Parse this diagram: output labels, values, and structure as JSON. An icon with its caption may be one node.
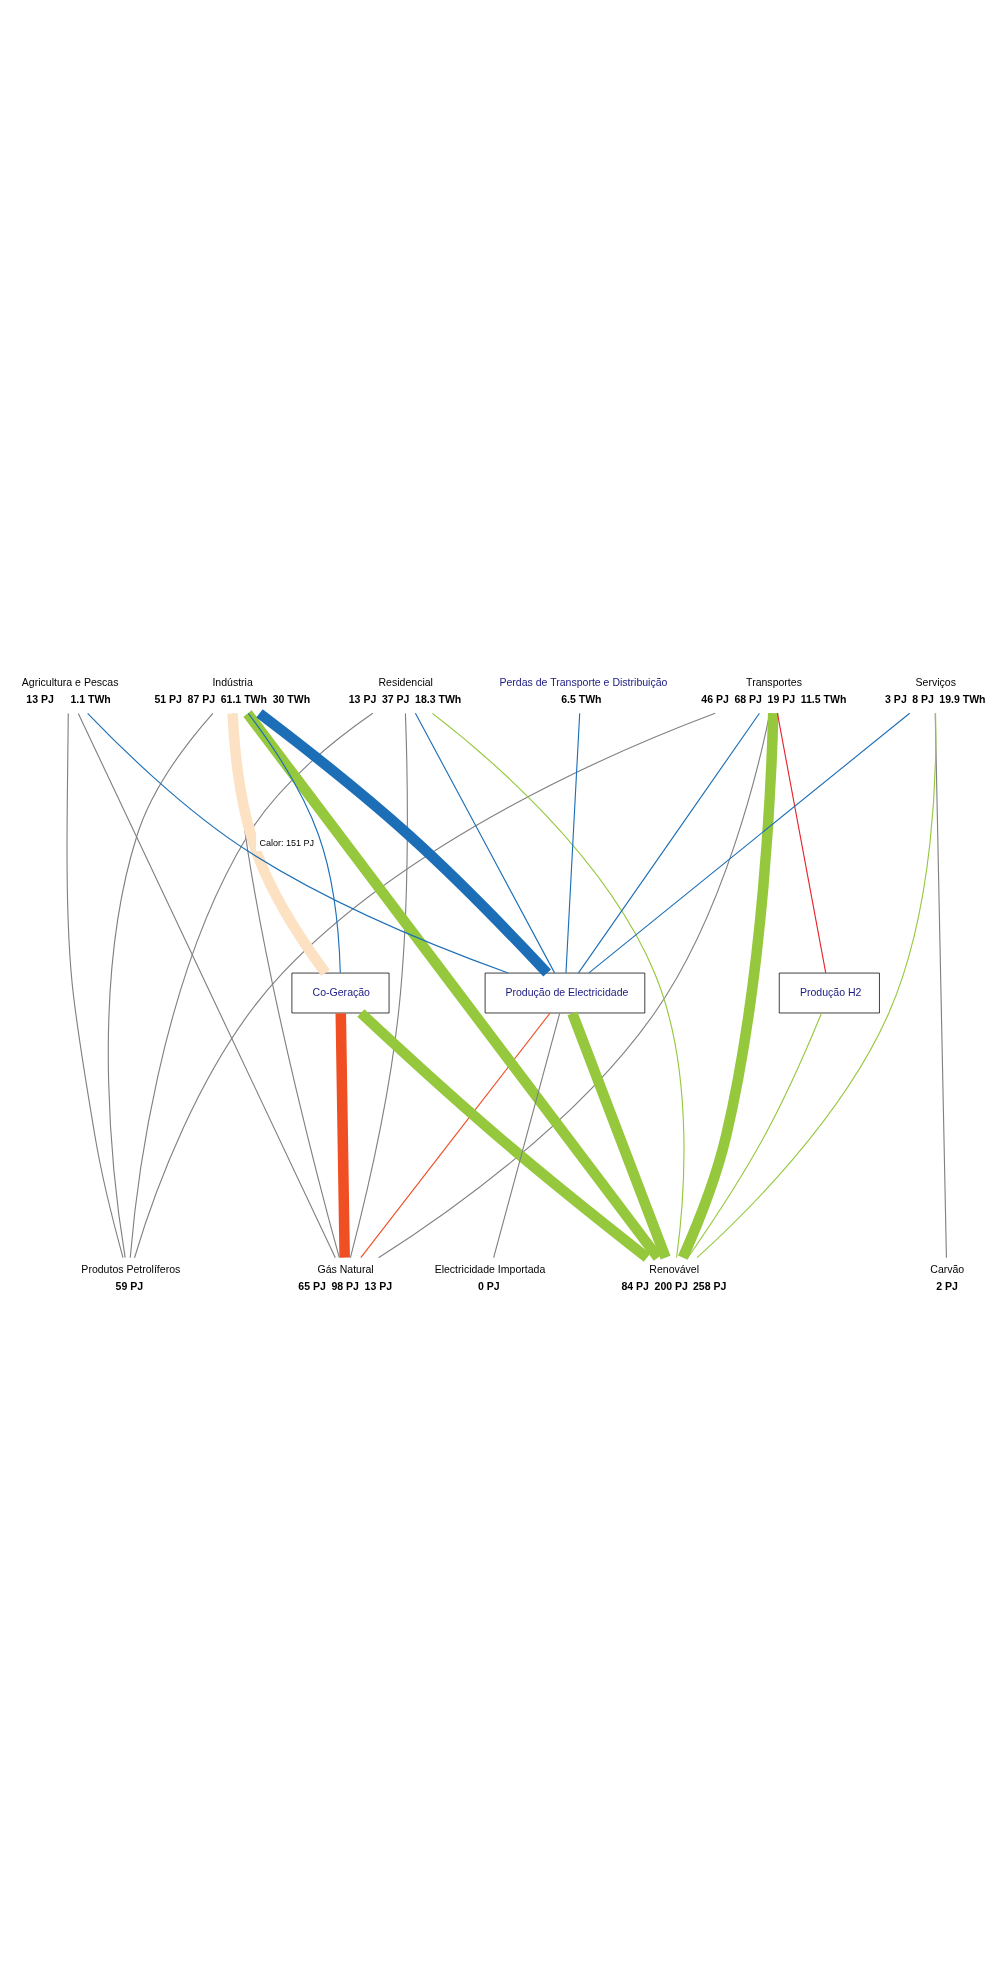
{
  "diagram": {
    "nodes": [
      {
        "text": [
          "Gás Natural"
        ],
        "beside": [
          "65 PJ",
          "98 PJ",
          "13 PJ"
        ]
      },
      {
        "text": [
          "Produtos Petrolíferos"
        ],
        "beside": [
          "59 PJ"
        ]
      },
      {
        "text": [
          "Carvão"
        ],
        "beside": [
          "2 PJ"
        ]
      },
      {
        "text": [
          "Renovável"
        ],
        "beside": [
          "84 PJ",
          "200 PJ",
          "258 PJ"
        ]
      },
      {
        "text": [
          "Electricidade Importada"
        ],
        "beside": [
          "0 PJ"
        ]
      },
      {
        "text": [
          "Co-Geração"
        ]
      },
      {
        "text": [
          "Produção H2"
        ]
      },
      {
        "text": [
          "Produção de Electricidade"
        ]
      },
      {
        "text": [
          "Agricultura e Pescas"
        ],
        "beside": [
          "13 PJ",
          "1.1 TWh"
        ]
      },
      {
        "text": [
          "Residencial"
        ],
        "beside": [
          "13 PJ",
          "37 PJ",
          "18.3 TWh"
        ]
      },
      {
        "text": [
          "Transportes"
        ],
        "beside": [
          "46 PJ",
          "68 PJ",
          "19 PJ",
          "11.5 TWh"
        ]
      },
      {
        "text": [
          "Serviços"
        ],
        "beside": [
          "3 PJ",
          "8 PJ",
          "19.9 TWh"
        ]
      },
      {
        "text": [
          "Indústria"
        ],
        "beside": [
          "51 PJ",
          "87 PJ",
          "61.1 TWh",
          "30 TWh"
        ]
      },
      {
        "text": [
          "Perdas de Transporte e Distribuição"
        ],
        "beside": [
          "6.5 TWh"
        ]
      }
    ],
    "edges": [
      {
        "from": 0,
        "to": 5,
        "arrow": "none",
        "style": "thick",
        "color": "#f04e23"
      },
      {
        "from": 0,
        "to": 7,
        "arrow": "none",
        "color": "#f04e23"
      },
      {
        "from": 0,
        "to": 8,
        "arrow": "none",
        "color": "#808080"
      },
      {
        "from": 0,
        "to": 9,
        "arrow": "none",
        "color": "#808080"
      },
      {
        "from": 0,
        "to": 10,
        "arrow": "none",
        "color": "#808080"
      },
      {
        "from": 0,
        "to": 12,
        "arrow": "none",
        "color": "#808080"
      },
      {
        "from": 1,
        "to": 8,
        "arrow": "none",
        "color": "#808080"
      },
      {
        "from": 1,
        "to": 9,
        "arrow": "none",
        "color": "#808080"
      },
      {
        "from": 1,
        "to": 10,
        "arrow": "none",
        "color": "#808080"
      },
      {
        "from": 1,
        "to": 12,
        "arrow": "none",
        "color": "#808080"
      },
      {
        "from": 2,
        "to": 11,
        "arrow": "none",
        "color": "#808080"
      },
      {
        "from": 3,
        "to": 5,
        "arrow": "none",
        "style": "thick",
        "color": "#95c83d"
      },
      {
        "from": 3,
        "to": 9,
        "arrow": "none",
        "color": "#95c83d"
      },
      {
        "from": 3,
        "to": 10,
        "arrow": "none",
        "style": "thick",
        "color": "#95c83d"
      },
      {
        "from": 3,
        "to": 11,
        "arrow": "none",
        "color": "#95c83d"
      },
      {
        "from": 3,
        "to": 12,
        "arrow": "none",
        "style": "thick",
        "color": "#95c83d"
      },
      {
        "from": 3,
        "to": 6,
        "arrow": "none",
        "color": "#95c83d"
      },
      {
        "from": 3,
        "to": 7,
        "arrow": "none",
        "style": "thick",
        "color": "#95c83d"
      },
      {
        "from": 4,
        "to": 7,
        "arrow": "none",
        "color": "#808080"
      },
      {
        "from": 5,
        "to": 12,
        "arrow": "none",
        "label": "Calor: 151 PJ",
        "style": "thick",
        "color": "#fde1c3"
      },
      {
        "from": 5,
        "to": 12,
        "arrow": "none",
        "color": "#1c6fb7"
      },
      {
        "from": 6,
        "to": 10,
        "arrow": "none",
        "color": "#e8232a"
      },
      {
        "from": 7,
        "to": 8,
        "arrow": "none",
        "color": "#1c6fb7"
      },
      {
        "from": 7,
        "to": 9,
        "arrow": "none",
        "color": "#1c6fb7"
      },
      {
        "from": 7,
        "to": 10,
        "arrow": "none",
        "color": "#1c6fb7"
      },
      {
        "from": 7,
        "to": 11,
        "arrow": "none",
        "color": "#1c6fb7"
      },
      {
        "from": 7,
        "to": 12,
        "arrow": "none",
        "style": "thick",
        "color": "#1c6fb7"
      },
      {
        "from": 7,
        "to": 13,
        "arrow": "none",
        "color": "#1c6fb7"
      }
    ]
  }
}
